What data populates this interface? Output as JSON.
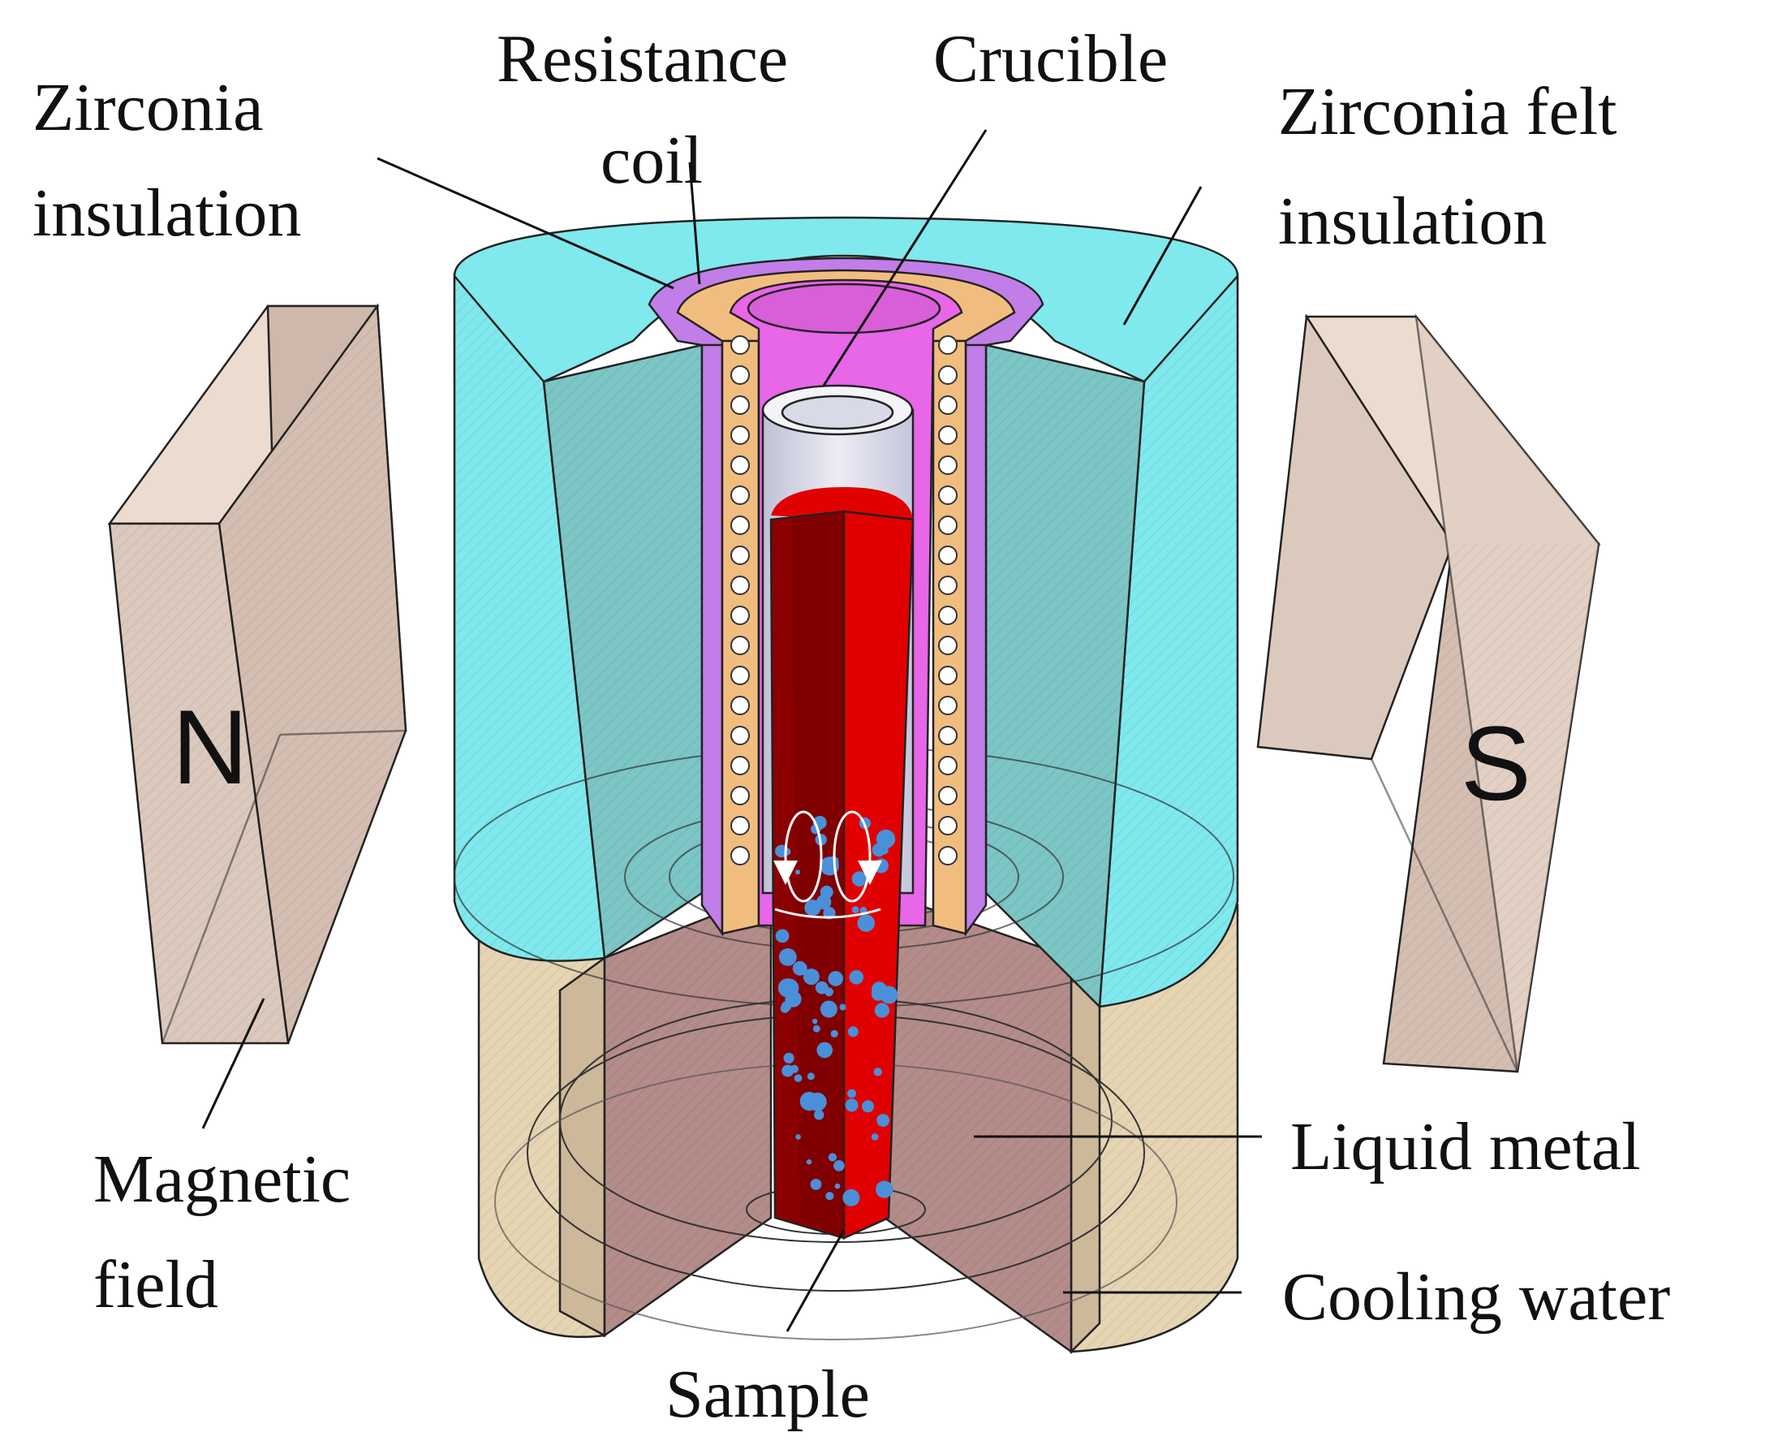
{
  "labels": {
    "zirconia_insulation": [
      "Zirconia",
      "insulation"
    ],
    "resistance_coil": [
      "Resistance",
      "coil"
    ],
    "crucible": "Crucible",
    "zirconia_felt_insulation": [
      "Zirconia felt",
      "insulation"
    ],
    "liquid_metal": "Liquid metal",
    "cooling_water": "Cooling water",
    "sample": "Sample",
    "magnetic_field": [
      "Magnetic",
      "field"
    ]
  },
  "poles": {
    "north": "N",
    "south": "S"
  },
  "colors": {
    "felt_insulation": "#7fe9ee",
    "felt_cut_face": "#7cc6c6",
    "zirconia_insulation": "#c27ee8",
    "resistance_coil": "#f1bd7f",
    "coil_hole": "#ffffff",
    "crucible_inner": "#e866e8",
    "crucible_wall": "#d9dae8",
    "sample_dark": "#8b0000",
    "sample_bright": "#e00000",
    "bubble": "#4a90d9",
    "cooling_water": "#e9d9b8",
    "liquid_metal_face": "#b08a88",
    "magnet": "#e4cfc2",
    "magnet_shade": "#c2aea4"
  }
}
